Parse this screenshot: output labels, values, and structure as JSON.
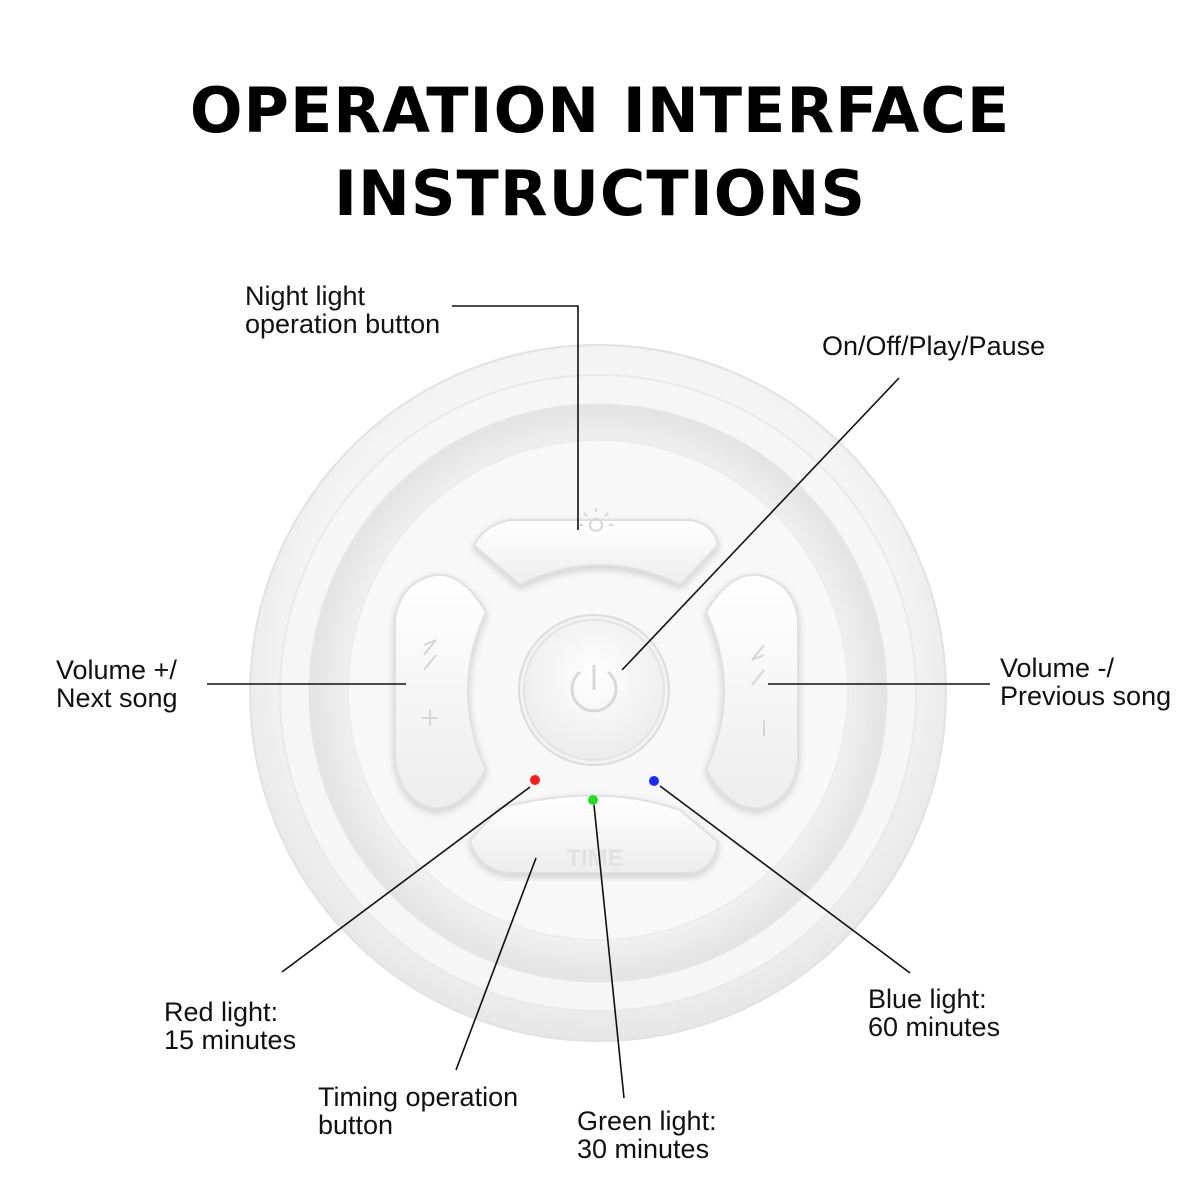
{
  "title": {
    "line1": "OPERATION INTERFACE",
    "line2": "INSTRUCTIONS"
  },
  "callouts": {
    "night_light": {
      "line1": "Night light",
      "line2": "operation button"
    },
    "power": {
      "line1": "On/Off/Play/Pause"
    },
    "volume_up": {
      "line1": "Volume +/",
      "line2": "Next song"
    },
    "volume_down": {
      "line1": "Volume -/",
      "line2": "Previous song"
    },
    "red_light": {
      "line1": "Red light:",
      "line2": "15 minutes"
    },
    "timing": {
      "line1": "Timing operation",
      "line2": "button"
    },
    "green_light": {
      "line1": "Green light:",
      "line2": "30 minutes"
    },
    "blue_light": {
      "line1": "Blue light:",
      "line2": "60 minutes"
    }
  },
  "device": {
    "time_button_text": "TIME",
    "indicator_colors": {
      "red": "#ff1a1a",
      "green": "#22dd22",
      "blue": "#1a2bff"
    }
  }
}
